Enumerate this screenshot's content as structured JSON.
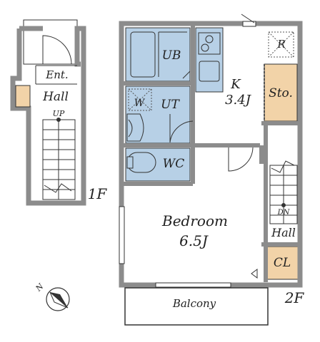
{
  "floor1": {
    "label": "1F",
    "entrance": "Ent.",
    "hall": "Hall",
    "stair_up": "UP"
  },
  "floor2": {
    "label": "2F",
    "bath": "UB",
    "utility": "UT",
    "washer": "W",
    "toilet": "WC",
    "kitchen": "K",
    "kitchen_size": "3.4J",
    "fridge": "R",
    "storage": "Sto.",
    "bedroom": "Bedroom",
    "bedroom_size": "6.5J",
    "stair_down": "DN",
    "hall": "Hall",
    "closet": "CL",
    "balcony": "Balcony"
  },
  "compass": {
    "north": "N"
  },
  "colors": {
    "wall": "#8c8c8c",
    "wet_area": "#b7d0e6",
    "storage": "#f2d3a8",
    "line": "#333333"
  }
}
